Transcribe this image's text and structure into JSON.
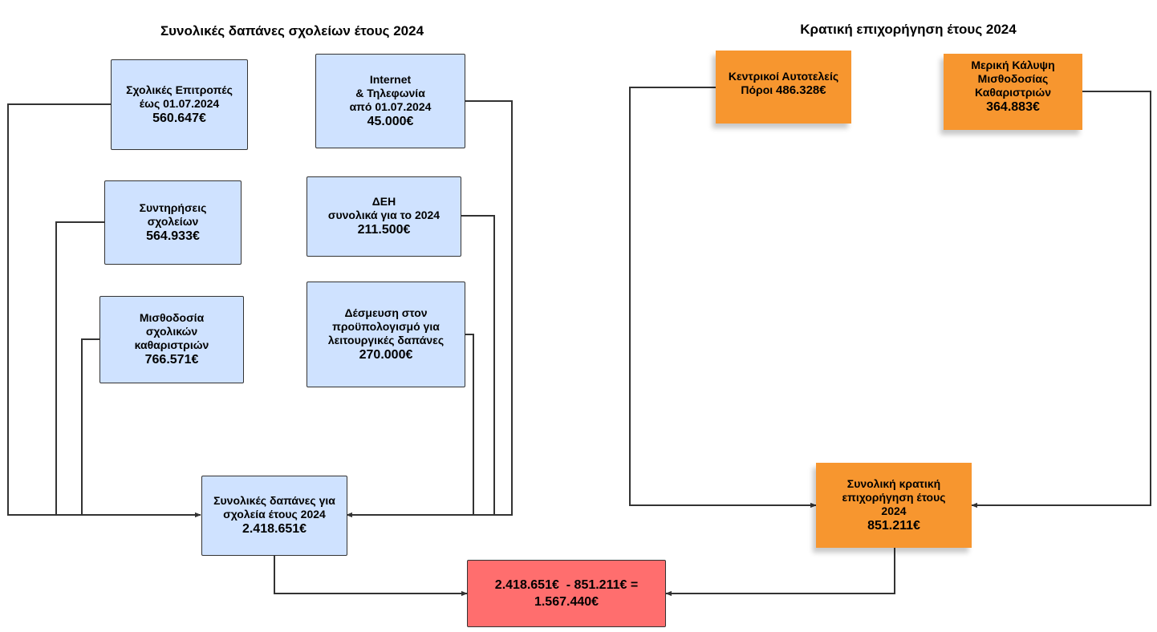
{
  "left_heading": "Συνολικές δαπάνες σχολείων έτους 2024",
  "right_heading": "Κρατική επιχορήγηση έτους 2024",
  "expenses": {
    "committees": {
      "lines": [
        "Σχολικές Επιτροπές",
        "έως 01.07.2024"
      ],
      "amount": "560.647€"
    },
    "internet": {
      "lines": [
        "Internet",
        "& Τηλεφωνία",
        "από 01.07.2024"
      ],
      "amount": "45.000€"
    },
    "maintenance": {
      "lines": [
        "Συντηρήσεις",
        "σχολείων"
      ],
      "amount": "564.933€"
    },
    "electricity": {
      "lines": [
        "ΔΕΗ",
        "συνολικά για το 2024"
      ],
      "amount": "211.500€"
    },
    "cleaners_payroll": {
      "lines": [
        "Μισθοδοσία",
        "σχολικών",
        "καθαριστριών"
      ],
      "amount": "766.571€"
    },
    "budget_commitment": {
      "lines": [
        "Δέσμευση στον",
        "προϋπολογισμό για",
        "λειτουργικές δαπάνες"
      ],
      "amount": "270.000€"
    },
    "total": {
      "lines": [
        "Συνολικές δαπάνες για",
        "σχολεία έτους 2024"
      ],
      "amount": "2.418.651€"
    }
  },
  "grants": {
    "central_resources": {
      "line1": "Κεντρικοί Αυτοτελείς",
      "line2_prefix": "Πόροι",
      "amount": "486.328€"
    },
    "partial_payroll": {
      "lines": [
        "Μερική Κάλυψη",
        "Μισθοδοσίας",
        "Καθαριστριών"
      ],
      "amount": "364.883€"
    },
    "total": {
      "lines": [
        "Συνολική κρατική",
        "επιχορήγηση έτους",
        "2024"
      ],
      "amount": "851.211€"
    }
  },
  "result": {
    "line1": "2.418.651€  - 851.211€ =",
    "line2": "1.567.440€"
  },
  "colors": {
    "expense_box": "#cfe2ff",
    "grant_box": "#f7962f",
    "result_box": "#ff6e6e",
    "connector": "#333333"
  }
}
